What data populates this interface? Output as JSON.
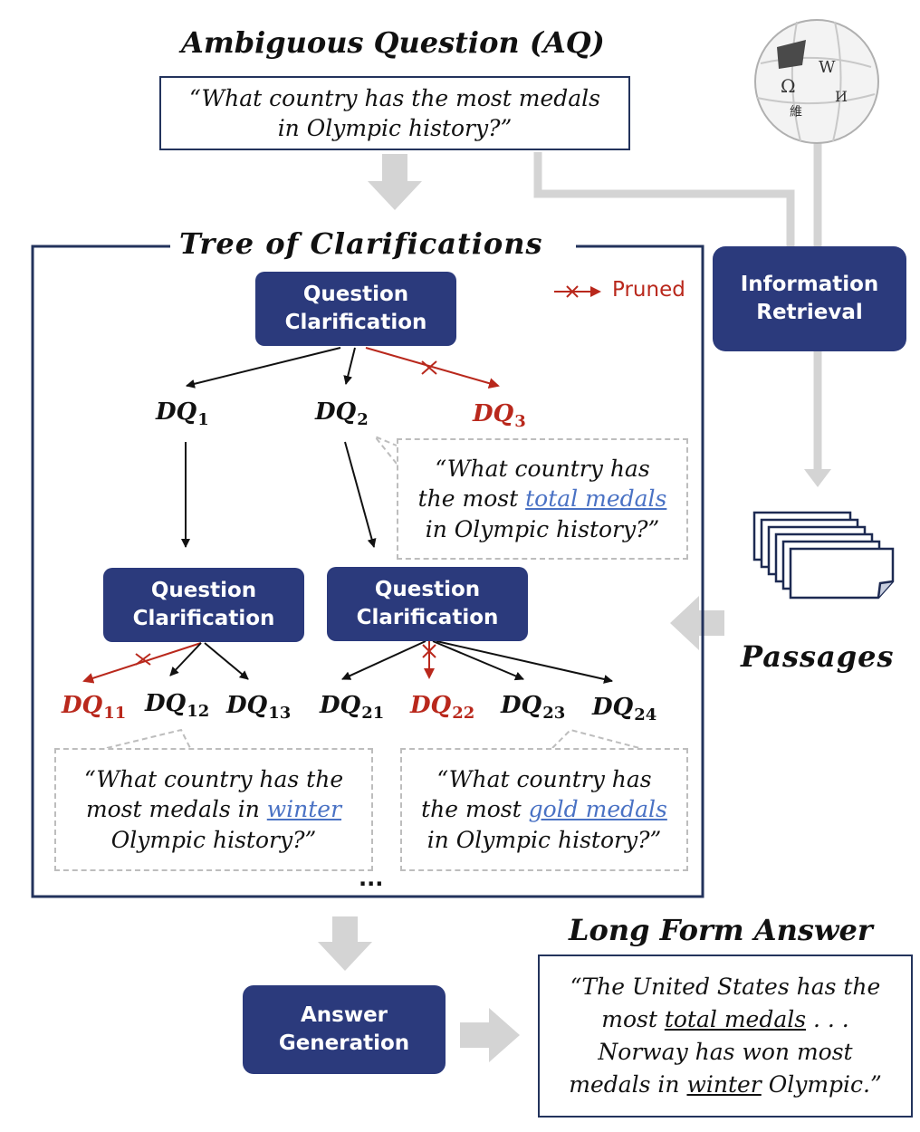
{
  "ambiguous_question": {
    "title": "Ambiguous Question (AQ)",
    "question_line1": "“What country has the most medals",
    "question_line2": "in Olympic history?”"
  },
  "tree": {
    "title": "Tree of Clarifications",
    "legend_pruned": "Pruned"
  },
  "nodes": {
    "qc_root": [
      "Question",
      "Clarification"
    ],
    "qc_left": [
      "Question",
      "Clarification"
    ],
    "qc_right": [
      "Question",
      "Clarification"
    ],
    "ir": [
      "Information",
      "Retrieval"
    ],
    "answer_gen": [
      "Answer",
      "Generation"
    ]
  },
  "dq_labels": {
    "dq1": {
      "base": "DQ",
      "sub": "1"
    },
    "dq2": {
      "base": "DQ",
      "sub": "2"
    },
    "dq3": {
      "base": "DQ",
      "sub": "3"
    },
    "dq11": {
      "base": "DQ",
      "sub": "11"
    },
    "dq12": {
      "base": "DQ",
      "sub": "12"
    },
    "dq13": {
      "base": "DQ",
      "sub": "13"
    },
    "dq21": {
      "base": "DQ",
      "sub": "21"
    },
    "dq22": {
      "base": "DQ",
      "sub": "22"
    },
    "dq23": {
      "base": "DQ",
      "sub": "23"
    },
    "dq24": {
      "base": "DQ",
      "sub": "24"
    }
  },
  "callouts": {
    "dq2": {
      "l1": "“What  country has",
      "l2a": "the most ",
      "l2b": "total medals",
      "l3": "in Olympic history?”"
    },
    "dq12": {
      "l1": "“What country has the",
      "l2a": "most  medals in ",
      "l2b": "winter",
      "l3": "Olympic history?”"
    },
    "dq24": {
      "l1": "“What country has",
      "l2a": "the most ",
      "l2b": "gold medals",
      "l3": "in Olympic history?”"
    }
  },
  "ellipsis": "...",
  "passages_label": "Passages",
  "long_form": {
    "title": "Long Form Answer",
    "l1": "“The United States has the",
    "l2a": "most ",
    "l2b": "total medals",
    "l2c": " . . .",
    "l3": "Norway has won most",
    "l4a": "medals  in ",
    "l4b": "winter",
    "l4c": " Olympic.”"
  },
  "wiki_glyphs": [
    "Ω",
    "W",
    "維",
    "И"
  ],
  "colors": {
    "navy": "#2b3a7c",
    "pruned": "#b9281c",
    "highlight": "#4a72c4",
    "flow_arrow": "#d4d4d4"
  }
}
